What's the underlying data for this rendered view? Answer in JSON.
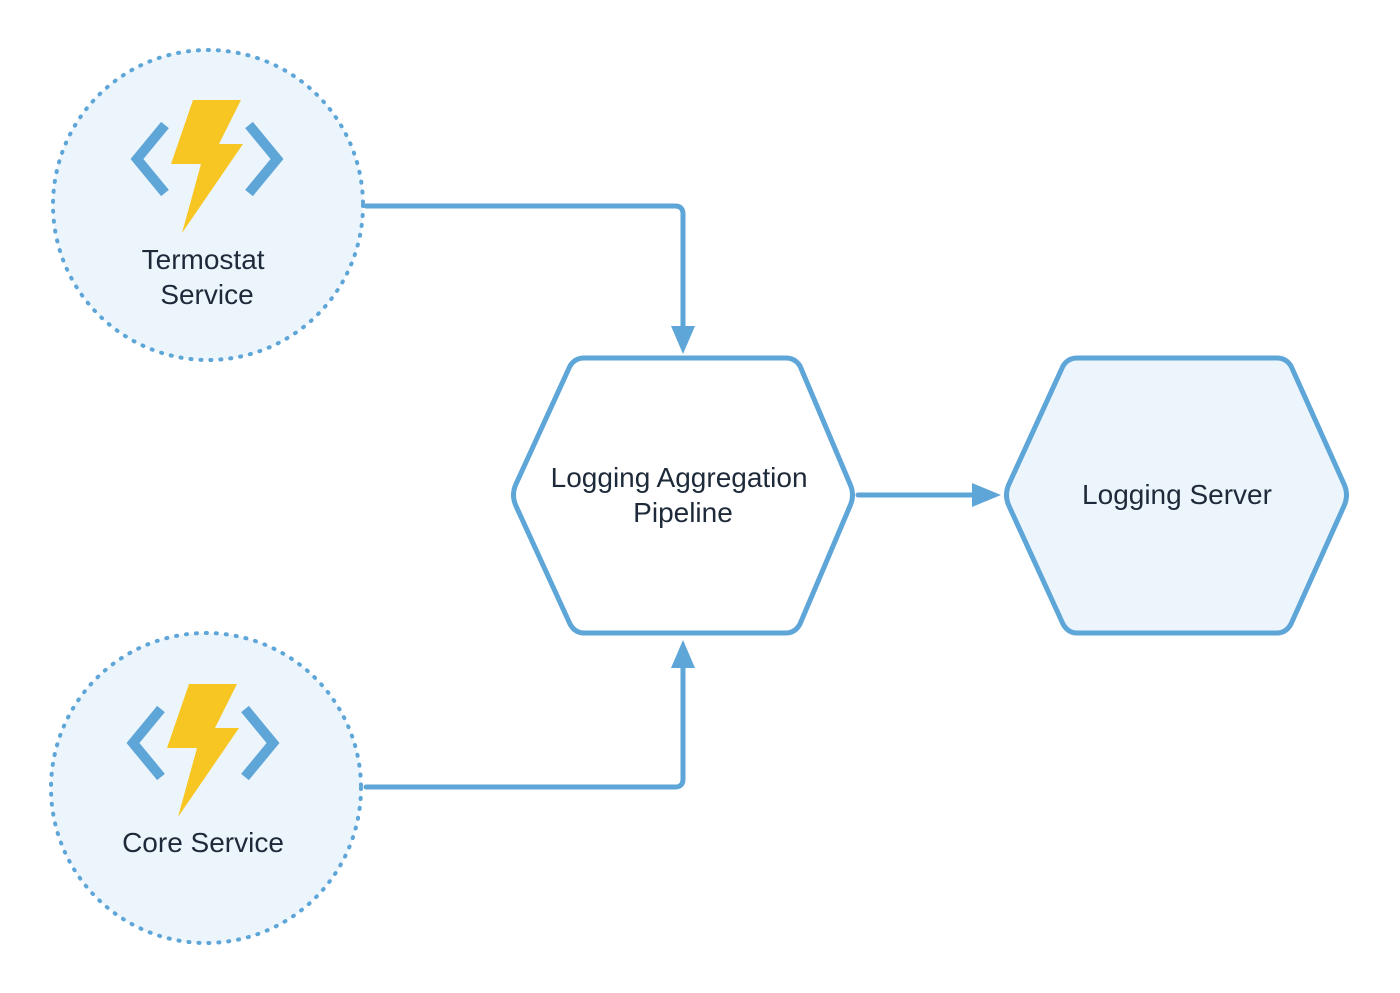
{
  "colors": {
    "stroke": "#5ea5d8",
    "fill": "#edf5fc",
    "bolt": "#f7c623",
    "text": "#1e2a3a",
    "background": "#ffffff"
  },
  "nodes": {
    "termostat": {
      "lines": [
        "Termostat",
        "Service"
      ],
      "icon": "azure-functions-icon",
      "shape": "dotted-circle"
    },
    "core": {
      "lines": [
        "Core Service"
      ],
      "icon": "azure-functions-icon",
      "shape": "dotted-circle"
    },
    "pipeline": {
      "lines": [
        "Logging Aggregation",
        "Pipeline"
      ],
      "shape": "hexagon"
    },
    "server": {
      "lines": [
        "Logging Server"
      ],
      "shape": "hexagon"
    }
  },
  "edges": [
    {
      "from": "termostat",
      "to": "pipeline"
    },
    {
      "from": "core",
      "to": "pipeline"
    },
    {
      "from": "pipeline",
      "to": "server"
    }
  ]
}
